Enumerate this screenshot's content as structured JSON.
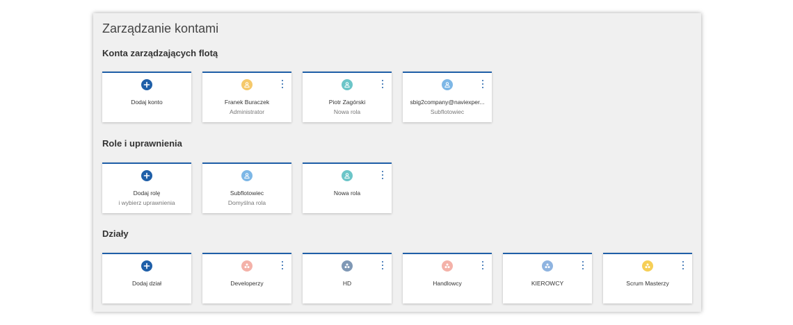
{
  "page_title": "Zarządzanie kontami",
  "colors": {
    "accent": "#1f5fa8",
    "user_yellow": "#f5c96b",
    "user_teal": "#6cc5c8",
    "user_blue": "#7db7e6",
    "dept_pink": "#f4b2a9",
    "dept_slate": "#7f98b5",
    "dept_lightblue": "#8fb4e0",
    "dept_yellow": "#f6cf57"
  },
  "sections": {
    "fleet": {
      "title": "Konta zarządzających flotą",
      "add_card": {
        "label": "Dodaj konto",
        "icon": "plus-circle-icon"
      },
      "cards": [
        {
          "line1": "Franek Buraczek",
          "line2": "Administrator",
          "icon": "user-icon",
          "color": "#f5c96b"
        },
        {
          "line1": "Piotr Zagórski",
          "line2": "Nowa rola",
          "icon": "user-icon",
          "color": "#6cc5c8"
        },
        {
          "line1": "sbig2company@naviexper...",
          "line2": "Subflotowiec",
          "icon": "user-icon",
          "color": "#7db7e6"
        }
      ]
    },
    "roles": {
      "title": "Role i uprawnienia",
      "add_card": {
        "label": "Dodaj rolę",
        "sublabel": "i wybierz uprawnienia",
        "icon": "plus-circle-icon"
      },
      "cards": [
        {
          "line1": "Subflotowiec",
          "line2": "Domyślna rola",
          "icon": "user-icon",
          "color": "#7db7e6"
        },
        {
          "line1": "Nowa rola",
          "line2": "",
          "icon": "user-icon",
          "color": "#6cc5c8"
        }
      ]
    },
    "departments": {
      "title": "Działy",
      "add_card": {
        "label": "Dodaj dział",
        "icon": "plus-circle-icon"
      },
      "cards": [
        {
          "line1": "Developerzy",
          "icon": "group-icon",
          "color": "#f4b2a9"
        },
        {
          "line1": "HD",
          "icon": "group-icon",
          "color": "#7f98b5"
        },
        {
          "line1": "Handlowcy",
          "icon": "group-icon",
          "color": "#f4b2a9"
        },
        {
          "line1": "KIEROWCY",
          "icon": "group-icon",
          "color": "#8fb4e0"
        },
        {
          "line1": "Scrum Masterzy",
          "icon": "group-icon",
          "color": "#f6cf57"
        }
      ]
    }
  }
}
